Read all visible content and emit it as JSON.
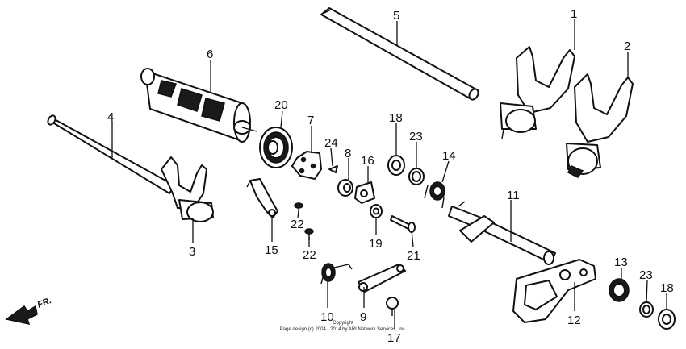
{
  "parts": [
    {
      "id": "p1",
      "label": "1"
    },
    {
      "id": "p2",
      "label": "2"
    },
    {
      "id": "p3",
      "label": "3"
    },
    {
      "id": "p4",
      "label": "4"
    },
    {
      "id": "p5",
      "label": "5"
    },
    {
      "id": "p6",
      "label": "6"
    },
    {
      "id": "p7",
      "label": "7"
    },
    {
      "id": "p8",
      "label": "8"
    },
    {
      "id": "p9",
      "label": "9"
    },
    {
      "id": "p10",
      "label": "10"
    },
    {
      "id": "p11",
      "label": "11"
    },
    {
      "id": "p12",
      "label": "12"
    },
    {
      "id": "p13",
      "label": "13"
    },
    {
      "id": "p14",
      "label": "14"
    },
    {
      "id": "p15",
      "label": "15"
    },
    {
      "id": "p16",
      "label": "16"
    },
    {
      "id": "p17",
      "label": "17"
    },
    {
      "id": "p18a",
      "label": "18"
    },
    {
      "id": "p18b",
      "label": "18"
    },
    {
      "id": "p19",
      "label": "19"
    },
    {
      "id": "p20",
      "label": "20"
    },
    {
      "id": "p21",
      "label": "21"
    },
    {
      "id": "p22a",
      "label": "22"
    },
    {
      "id": "p22b",
      "label": "22"
    },
    {
      "id": "p23a",
      "label": "23"
    },
    {
      "id": "p23b",
      "label": "23"
    },
    {
      "id": "p24",
      "label": "24"
    }
  ],
  "direction_label": "FR.",
  "copyright": {
    "line1": "Copyright",
    "line2": "Page design (c) 2004 - 2014 by ARI Network Services, Inc."
  }
}
